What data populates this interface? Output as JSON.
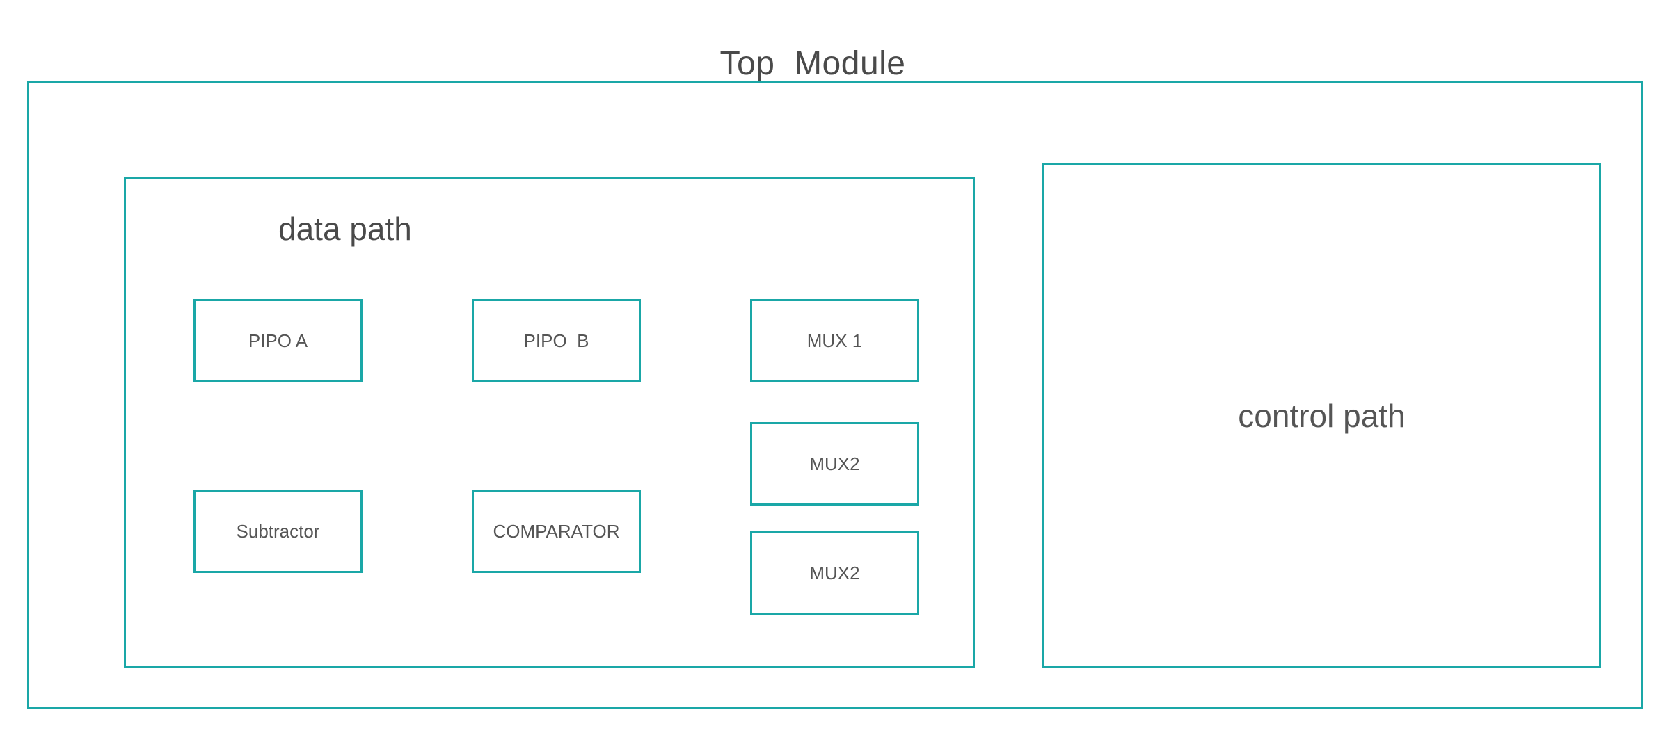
{
  "diagram": {
    "top_module": {
      "title": "Top  Module"
    },
    "data_path": {
      "title": "data path",
      "blocks": {
        "pipo_a": "PIPO A",
        "pipo_b": "PIPO  B",
        "mux_1": "MUX 1",
        "mux_2_top": "MUX2",
        "mux_2_bottom": "MUX2",
        "subtractor": "Subtractor",
        "comparator": "COMPARATOR"
      }
    },
    "control_path": {
      "title": "control path"
    },
    "colors": {
      "border": "#1aa7a7",
      "text": "#4a4a4a"
    }
  }
}
